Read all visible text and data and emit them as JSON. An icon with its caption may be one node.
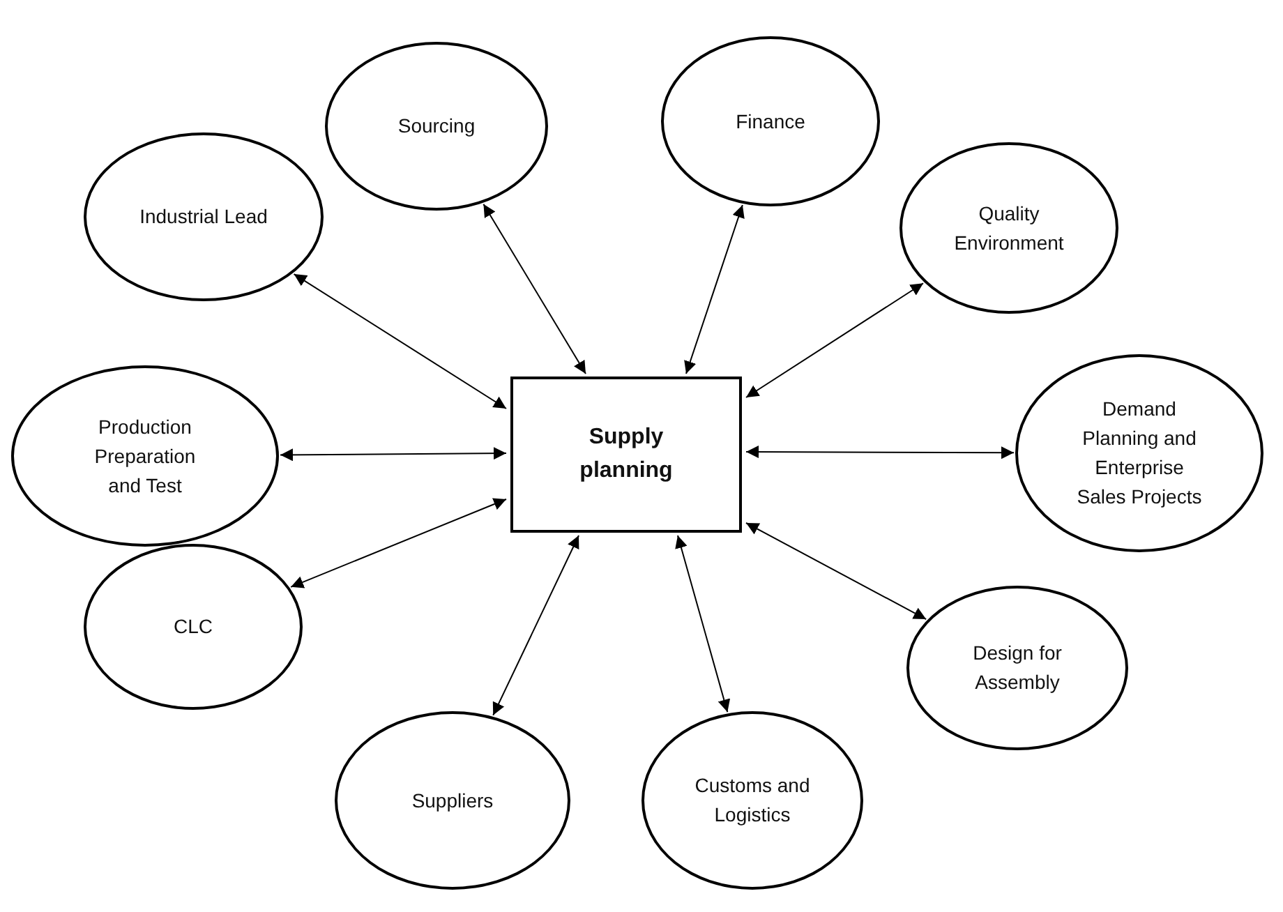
{
  "diagram": {
    "nodes": [
      {
        "text": [
          "Supply planning"
        ]
      },
      {
        "text": [
          "Sourcing"
        ]
      },
      {
        "text": [
          "Finance"
        ]
      },
      {
        "text": [
          "Industrial Lead"
        ]
      },
      {
        "text": [
          "Quality Environment"
        ]
      },
      {
        "text": [
          "Production Preparation and Test"
        ]
      },
      {
        "text": [
          "Demand Planning and Enterprise Sales Projects"
        ]
      },
      {
        "text": [
          "CLC"
        ]
      },
      {
        "text": [
          "Design for Assembly"
        ]
      },
      {
        "text": [
          "Suppliers"
        ]
      },
      {
        "text": [
          "Customs and Logistics"
        ]
      }
    ],
    "edges": [
      {
        "from": 0,
        "to": 1,
        "arrow": "both"
      },
      {
        "from": 0,
        "to": 2,
        "arrow": "both"
      },
      {
        "from": 0,
        "to": 3,
        "arrow": "both"
      },
      {
        "from": 0,
        "to": 4,
        "arrow": "both"
      },
      {
        "from": 0,
        "to": 5,
        "arrow": "both"
      },
      {
        "from": 0,
        "to": 6,
        "arrow": "both"
      },
      {
        "from": 0,
        "to": 7,
        "arrow": "both"
      },
      {
        "from": 0,
        "to": 8,
        "arrow": "both"
      },
      {
        "from": 0,
        "to": 9,
        "arrow": "both"
      },
      {
        "from": 0,
        "to": 10,
        "arrow": "both"
      }
    ]
  }
}
